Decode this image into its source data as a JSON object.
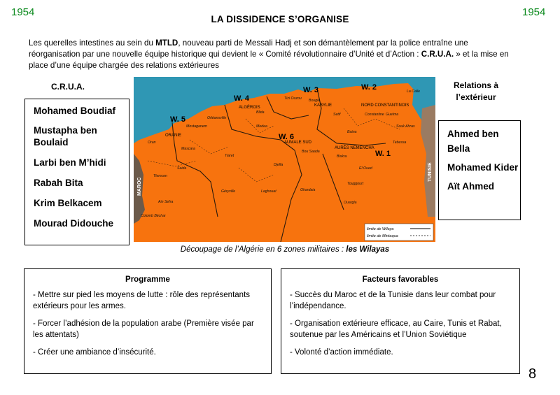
{
  "header": {
    "year_left": "1954",
    "year_right": "1954",
    "title": "LA DISSIDENCE S’ORGANISE"
  },
  "intro": {
    "part1": "Les querelles intestines au sein du ",
    "bold1": "MTLD",
    "part2": ", nouveau parti de Messali Hadj et son démantèlement par la police entraîne une réorganisation par une nouvelle équipe historique qui devient le « Comité révolutionnaire d’Unité et d’Action : ",
    "bold2": "C.R.U.A.",
    "part3": " » et la mise en place d’une équipe chargée des relations extérieures"
  },
  "crua": {
    "label": "C.R.U.A.",
    "members": [
      "Mohamed Boudiaf",
      "Mustapha ben Boulaid",
      "Larbi ben M’hidi",
      "Rabah Bita",
      "Krim Belkacem",
      "Mourad Didouche"
    ]
  },
  "relations": {
    "label": "Relations à l’extérieur",
    "members": [
      "Ahmed ben Bella",
      "Mohamed Kider",
      "Aït Ahmed"
    ]
  },
  "map": {
    "sea_color": "#2f97b4",
    "land_color": "#f7730e",
    "morocco_label": "MAROC",
    "tunisia_label": "TUNISIE",
    "wilaya_labels": [
      "W. 1",
      "W. 2",
      "W. 3",
      "W. 4",
      "W. 5",
      "W. 6"
    ],
    "zone_labels": [
      "ALGÉROIS",
      "ORANIE",
      "KABYLIE",
      "NORD CONSTANTINOIS",
      "AUMALE SUD",
      "AURÈS NEMENCHA"
    ],
    "towns": [
      "Oran",
      "Tlemcen",
      "Mascara",
      "Tiaret",
      "Bou Saada",
      "Biskra",
      "Djelfa",
      "Laghouat",
      "Ghardaia",
      "Ouargla",
      "Touggourt",
      "Tebessa",
      "Souk Ahras",
      "Batna",
      "El Oued",
      "Setif",
      "Bougie",
      "Tizi Ouzou",
      "Blida",
      "Medea",
      "Orléansville",
      "Mostaganem",
      "Saida",
      "Ain Sefra",
      "Colomb Béchar",
      "Géryville",
      "La Calle",
      "Constantine",
      "Guelma"
    ],
    "legend": [
      "limite de Wilaya",
      "limite de Mintaqua"
    ]
  },
  "caption": {
    "text": "Découpage de l’Algérie en 6 zones militaires : ",
    "bold": "les Wilayas"
  },
  "programme": {
    "title": "Programme",
    "items": [
      "- Mettre sur pied les moyens de lutte : rôle des représentants extérieurs pour les armes.",
      "- Forcer l’adhésion de la population arabe (Première visée par les attentats)",
      "- Créer une ambiance d’insécurité."
    ]
  },
  "facteurs": {
    "title": "Facteurs favorables",
    "items": [
      "- Succès du Maroc et de la Tunisie dans leur combat pour l’indépendance.",
      "- Organisation extérieure efficace, au Caire, Tunis et Rabat, soutenue par les Américains et l’Union Soviétique",
      "- Volonté d’action immédiate."
    ]
  },
  "page_number": "8"
}
